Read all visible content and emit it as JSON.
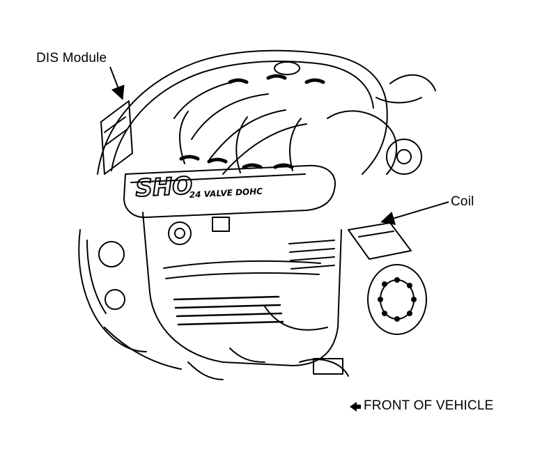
{
  "labels": {
    "dis_module": "DIS Module",
    "coil": "Coil",
    "front_of_vehicle": "FRONT OF VEHICLE"
  },
  "engine_badge": {
    "main": "SHO",
    "sub": "24 VALVE DOHC"
  },
  "icons": {
    "direction": "arrow-right-icon"
  },
  "colors": {
    "ink": "#000000",
    "paper": "#ffffff"
  }
}
